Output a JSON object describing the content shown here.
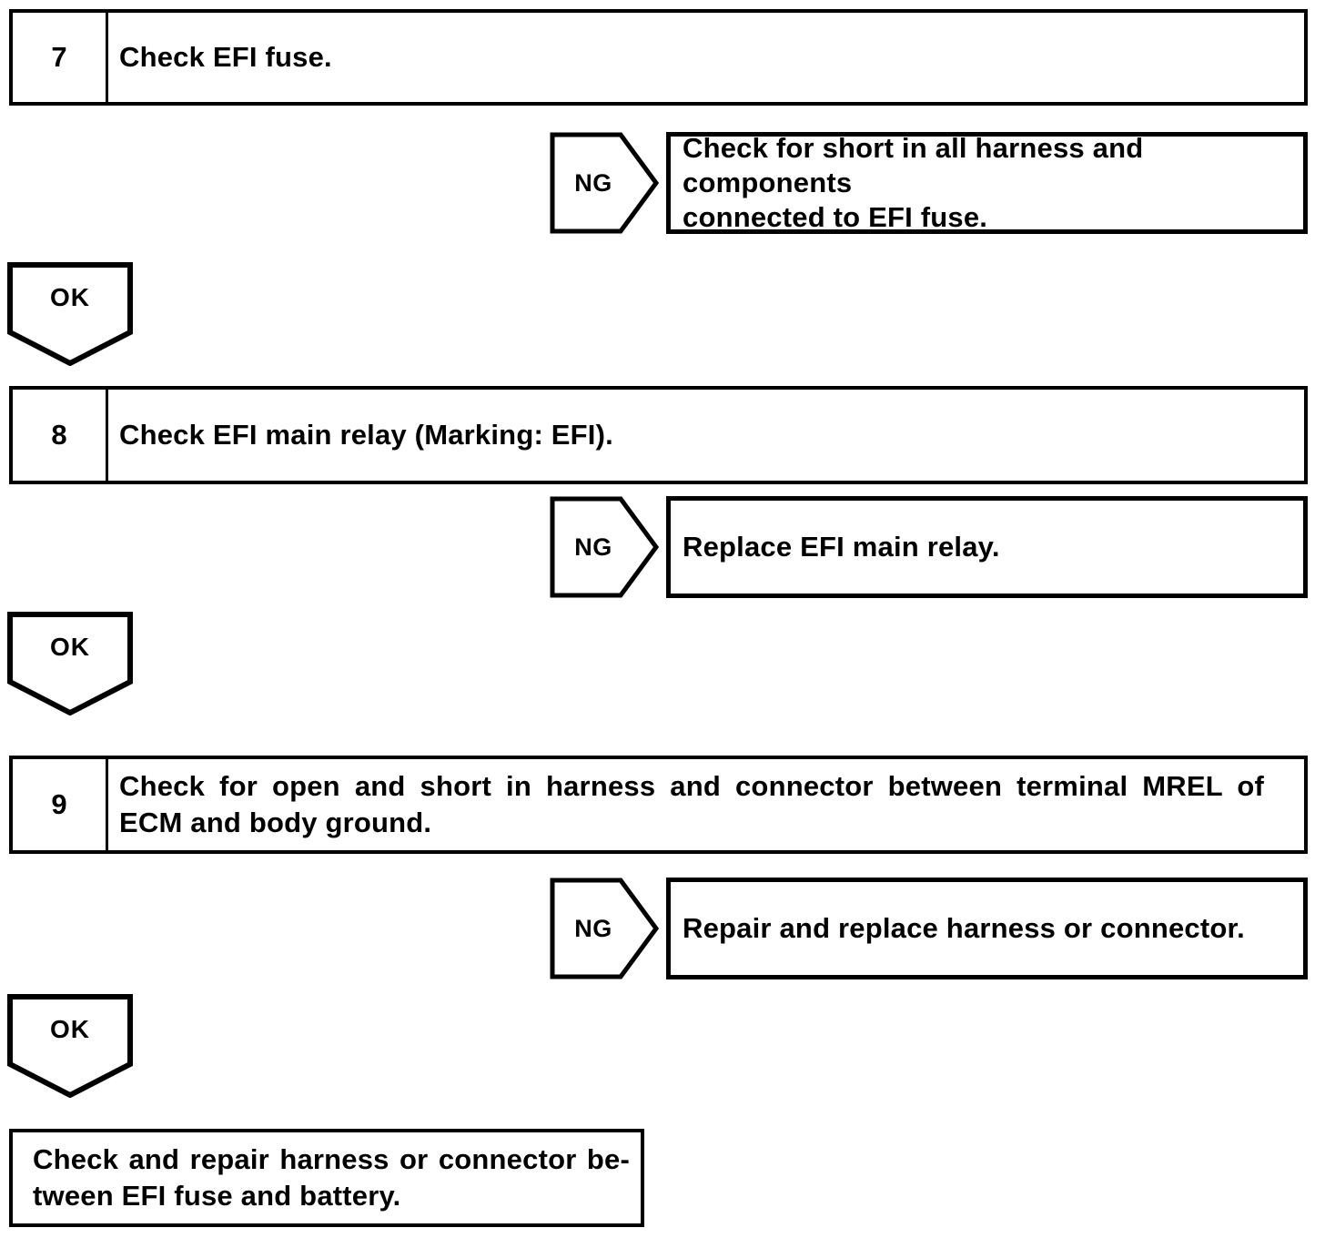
{
  "colors": {
    "ink": "#000000",
    "paper": "#ffffff"
  },
  "steps": [
    {
      "number": "7",
      "title_lines": [
        "Check EFI fuse."
      ],
      "ng_label": "NG",
      "ng_result_lines": [
        "Check for short in all harness and components",
        "connected to EFI fuse."
      ],
      "ok_label": "OK"
    },
    {
      "number": "8",
      "title_lines": [
        "Check EFI main relay (Marking: EFI)."
      ],
      "ng_label": "NG",
      "ng_result_lines": [
        "Replace EFI main relay."
      ],
      "ok_label": "OK"
    },
    {
      "number": "9",
      "title_lines": [
        "Check for open and short in harness and connector between terminal MREL of",
        "ECM and body ground."
      ],
      "ng_label": "NG",
      "ng_result_lines": [
        "Repair and replace harness or connector."
      ],
      "ok_label": "OK"
    }
  ],
  "final_action": {
    "lines": [
      "Check and repair harness or connector be-",
      "tween EFI fuse and battery."
    ]
  }
}
